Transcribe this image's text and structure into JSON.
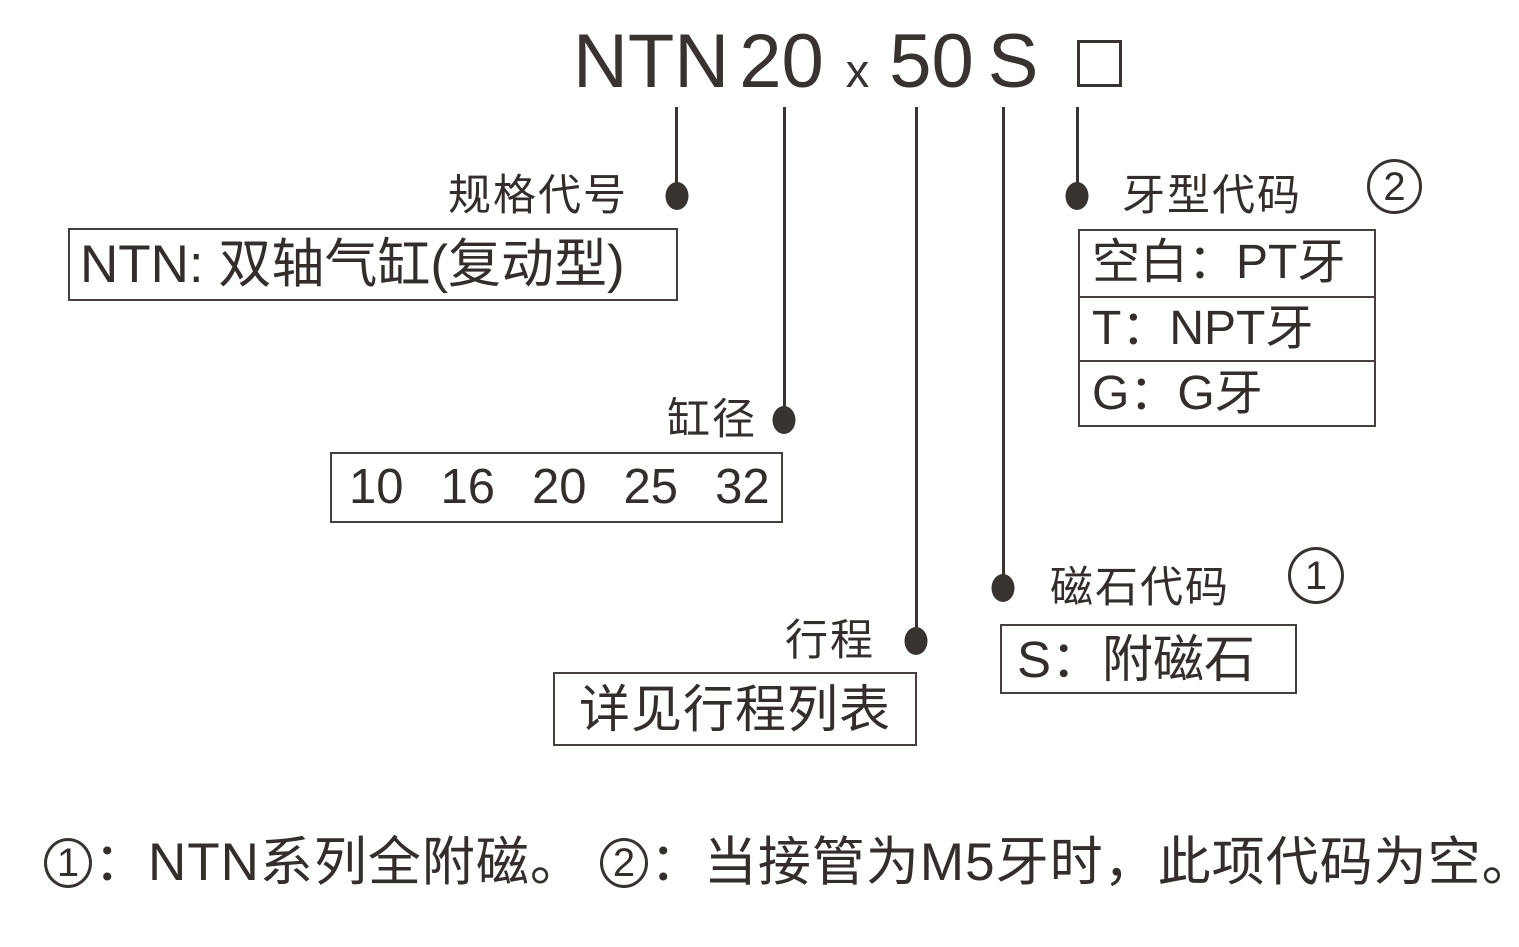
{
  "title": {
    "series": "NTN",
    "bore": "20",
    "times": "x",
    "stroke": "50",
    "magnet": "S",
    "thread_symbol": "blank-square"
  },
  "callouts": {
    "spec": {
      "label": "规格代号",
      "description": "NTN: 双轴气缸(复动型)"
    },
    "bore": {
      "label": "缸径",
      "options": [
        "10",
        "16",
        "20",
        "25",
        "32"
      ]
    },
    "stroke": {
      "label": "行程",
      "description": "详见行程列表"
    },
    "magnet": {
      "label": "磁石代码",
      "note_ref": "1",
      "description": "S：附磁石"
    },
    "thread": {
      "label": "牙型代码",
      "note_ref": "2",
      "options": [
        "空白：PT牙",
        "T：NPT牙",
        "G：G牙"
      ]
    }
  },
  "footnotes": {
    "note1": {
      "marker": "1",
      "text": "：NTN系列全附磁。"
    },
    "note2": {
      "marker": "2",
      "text": "：当接管为M5牙时，此项代码为空。"
    }
  },
  "colors": {
    "ink": "#383230",
    "background": "#ffffff"
  }
}
